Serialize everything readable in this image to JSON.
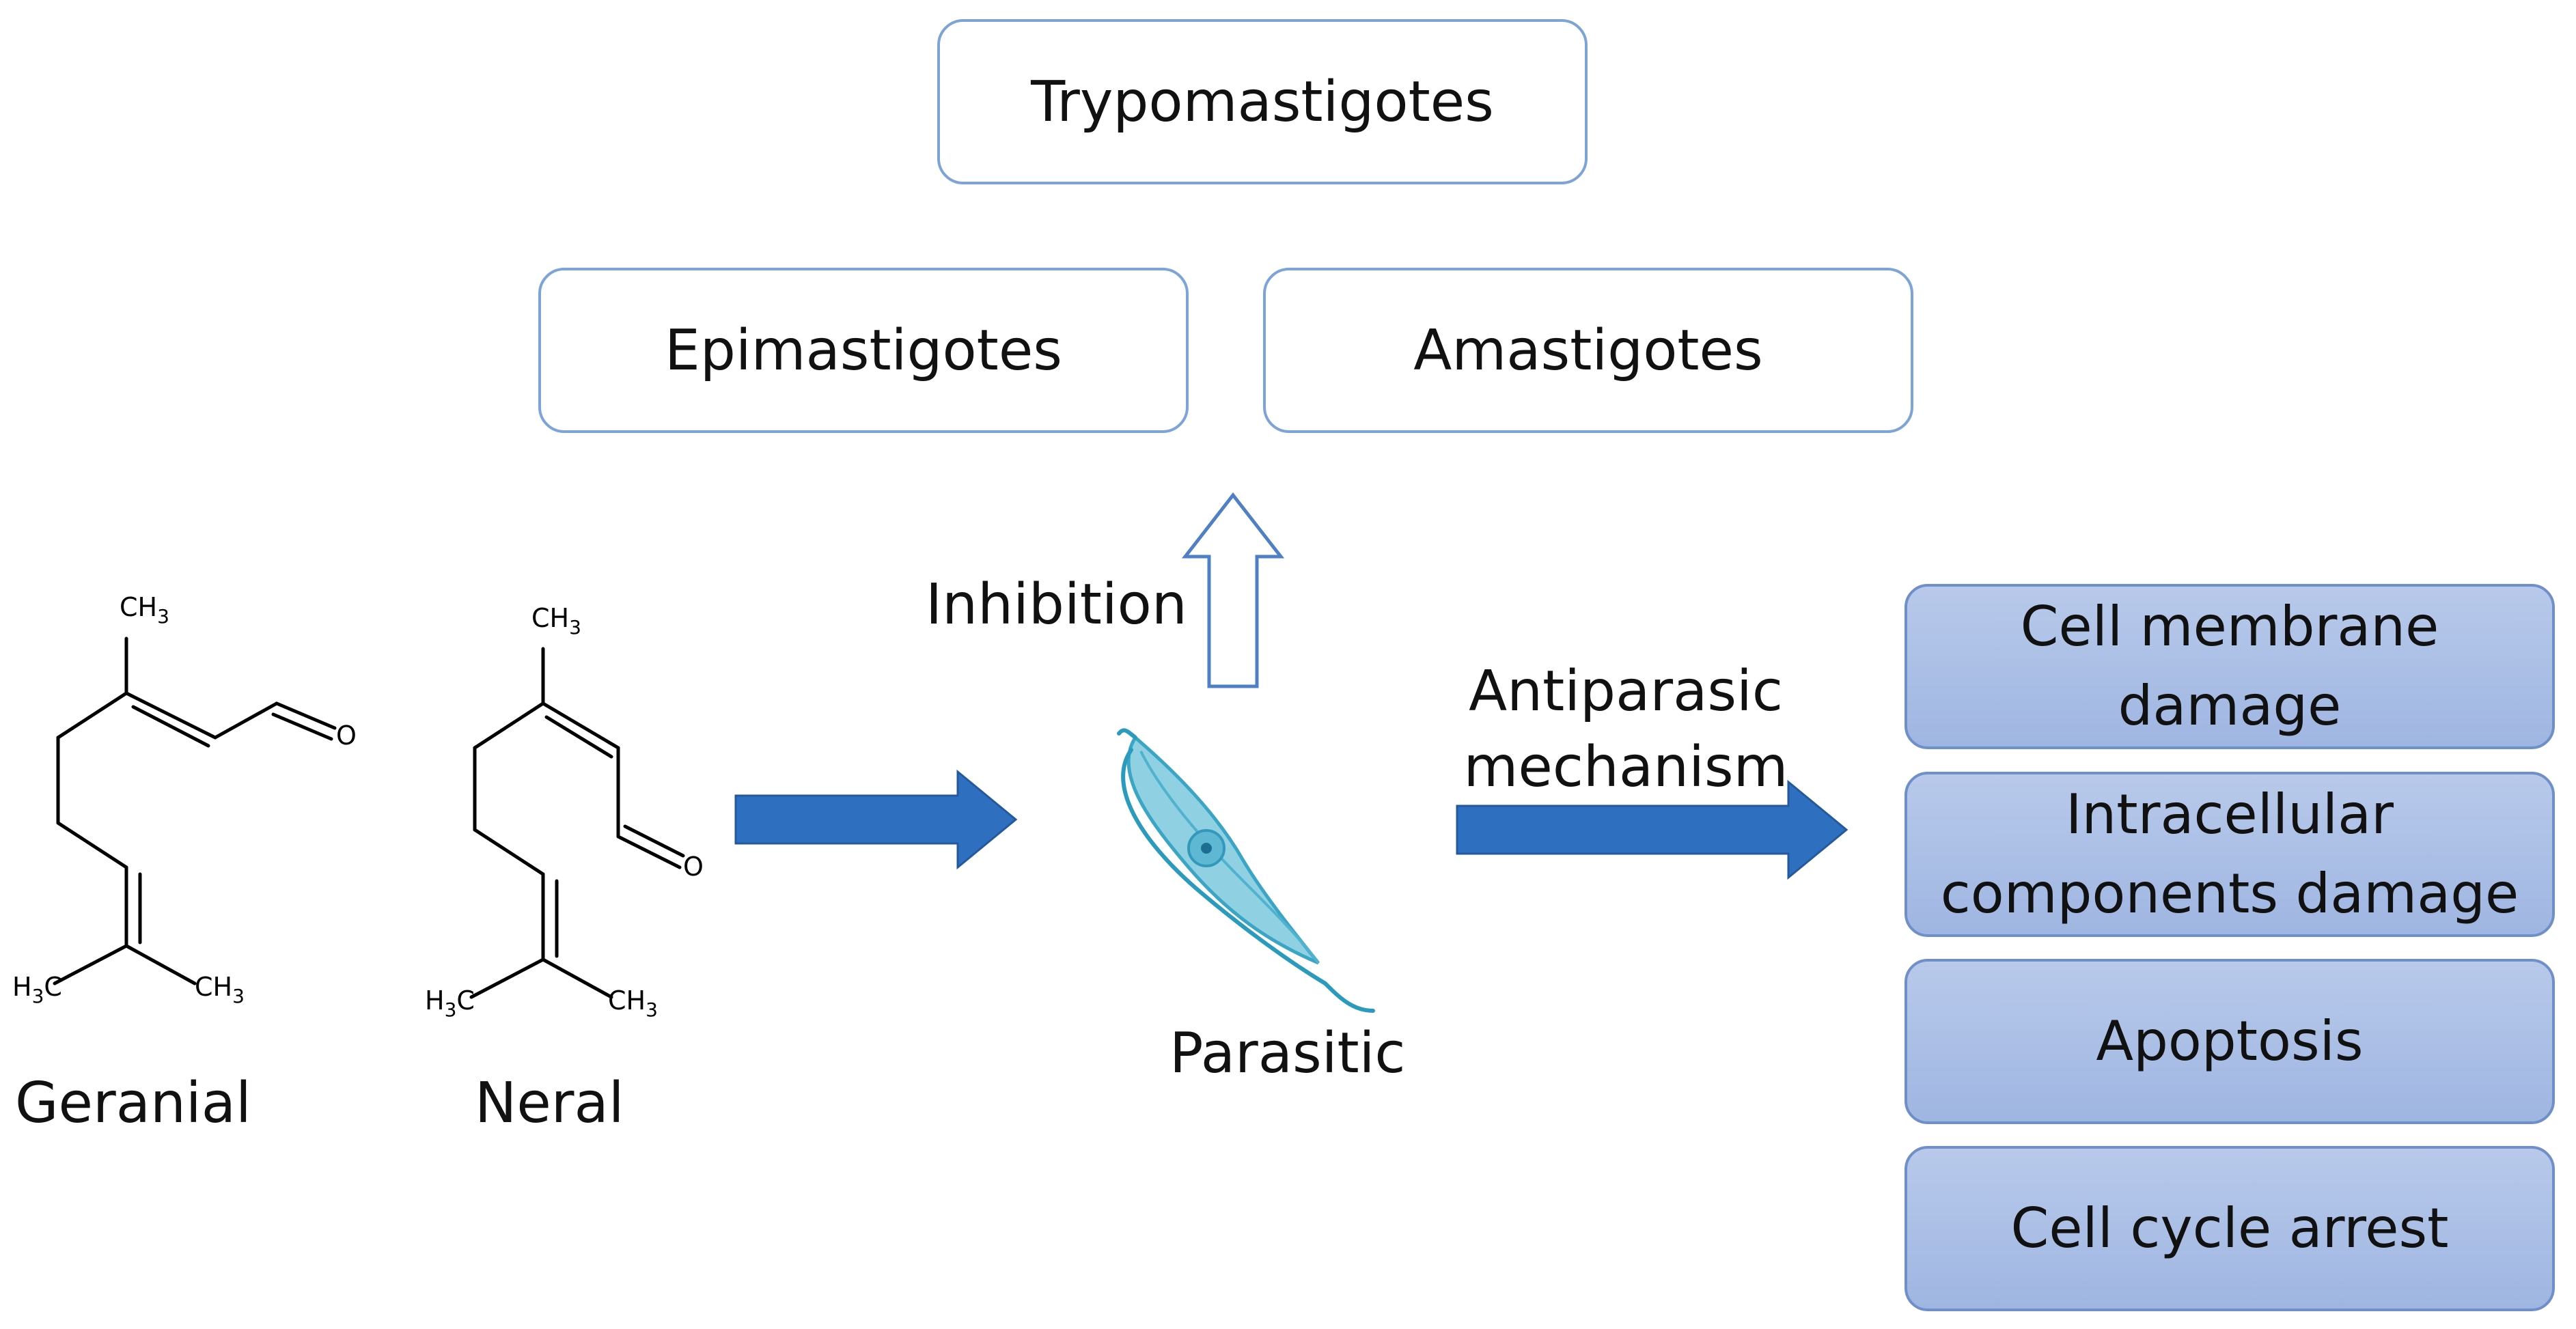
{
  "stages": {
    "trypomastigotes": "Trypomastigotes",
    "epimastigotes": "Epimastigotes",
    "amastigotes": "Amastigotes"
  },
  "inhibition_label": "Inhibition",
  "compounds": {
    "geranial": {
      "name": "Geranial",
      "atoms": {
        "ch3_top": "CH3",
        "o": "O",
        "h3c": "H3C",
        "ch3_right": "CH3"
      }
    },
    "neral": {
      "name": "Neral",
      "atoms": {
        "ch3_top": "CH3",
        "o": "O",
        "h3c": "H3C",
        "ch3_right": "CH3"
      }
    }
  },
  "parasite_label": "Parasitic",
  "mechanism_label": {
    "line1": "Antiparasic",
    "line2": "mechanism"
  },
  "mechanisms": [
    "Cell membrane\ndamage",
    "Intracellular\ncomponents damage",
    "Apoptosis",
    "Cell cycle arrest"
  ],
  "colors": {
    "arrow_blue": "#2f6fc0",
    "box_border": "#7da3d8",
    "mechanism_fill": "#a9bde6",
    "parasite_body": "#7ec8dc"
  }
}
